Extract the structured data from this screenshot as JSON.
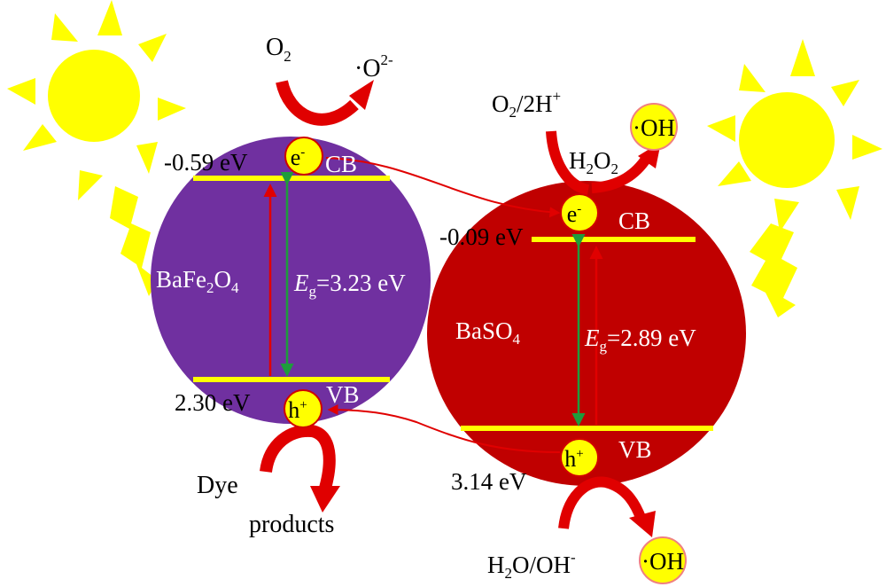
{
  "colors": {
    "sun": "#ffff00",
    "bafe2o4": "#7030a0",
    "baso4": "#c00000",
    "band_line": "#ffff00",
    "arrow_red": "#e00000",
    "arrow_green": "#1e9c3c",
    "charge_fill": "#ffff00",
    "charge_stroke": "#d00000"
  },
  "left": {
    "name_base": "BaFe",
    "name_sub1": "2",
    "name_mid": "O",
    "name_sub2": "4",
    "cb_energy": "-0.59 eV",
    "vb_energy": "2.30 eV",
    "cb_label": "CB",
    "vb_label": "VB",
    "eg_symbol": "E",
    "eg_sub": "g",
    "eg_value": "=3.23 eV",
    "electron": "e",
    "electron_sup": "-",
    "hole": "h",
    "hole_sup": "+",
    "reactant_o2": "O",
    "reactant_o2_sub": "2",
    "product_radical": "·O",
    "product_radical_sup": "2-",
    "dye": "Dye",
    "products": "products"
  },
  "right": {
    "name_base": "BaSO",
    "name_sub": "4",
    "cb_energy": "-0.09 eV",
    "vb_energy": "3.14 eV",
    "cb_label": "CB",
    "vb_label": "VB",
    "eg_symbol": "E",
    "eg_sub": "g",
    "eg_value": "=2.89 eV",
    "electron": "e",
    "electron_sup": "-",
    "hole": "h",
    "hole_sup": "+",
    "reactant_top_a": "O",
    "reactant_top_sub": "2",
    "reactant_top_b": "/2H",
    "reactant_top_sup": "+",
    "intermediate_a": "H",
    "intermediate_sub1": "2",
    "intermediate_b": "O",
    "intermediate_sub2": "2",
    "oh_top": "·OH",
    "reactant_bottom_a": "H",
    "reactant_bottom_sub": "2",
    "reactant_bottom_b": "O/OH",
    "reactant_bottom_sup": "-",
    "oh_bottom": "·OH"
  }
}
